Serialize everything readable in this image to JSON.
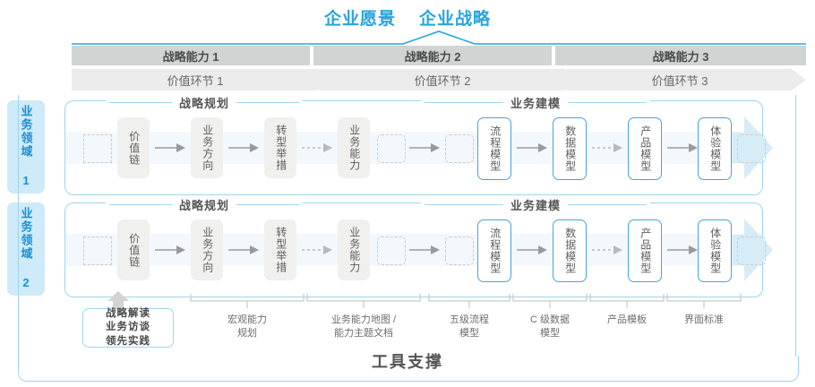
{
  "header": {
    "titles": [
      "企业愿景",
      "企业战略"
    ],
    "accent_color": "#27a4dd"
  },
  "capabilities": [
    {
      "label": "战略能力 1"
    },
    {
      "label": "战略能力 2"
    },
    {
      "label": "战略能力 3"
    }
  ],
  "value_links": [
    {
      "label": "价值环节 1"
    },
    {
      "label": "价值环节 2"
    },
    {
      "label": "价值环节 3"
    }
  ],
  "domains": [
    {
      "label": "业务领域 1"
    },
    {
      "label": "业务领域 2"
    }
  ],
  "sections": {
    "planning": "战略规划",
    "modeling": "业务建模"
  },
  "flow_nodes": [
    {
      "label": "价值链",
      "style": "gray"
    },
    {
      "label": "业务方向",
      "style": "gray"
    },
    {
      "label": "转型举措",
      "style": "gray"
    },
    {
      "label": "业务能力",
      "style": "gray"
    },
    {
      "label": "流程模型",
      "style": "blue"
    },
    {
      "label": "数据模型",
      "style": "blue"
    },
    {
      "label": "产品模型",
      "style": "blue"
    },
    {
      "label": "体验模型",
      "style": "blue"
    }
  ],
  "tools": {
    "title": "工具支撑",
    "highlight_box": "战略解读\n业务访谈\n领先实践",
    "labels": [
      "宏观能力\n规划",
      "业务能力地图 /\n能力主题文档",
      "五级流程\n模型",
      "C 级数据\n模型",
      "产品模板",
      "界面标准"
    ]
  },
  "colors": {
    "blue": "#4ba3d8",
    "light_blue": "#cfeaf8",
    "border_blue": "#9ed5ee",
    "gray_bar": "#d2d3d3",
    "light_gray_bar": "#ebebeb",
    "node_gray": "#f0f0ef"
  }
}
